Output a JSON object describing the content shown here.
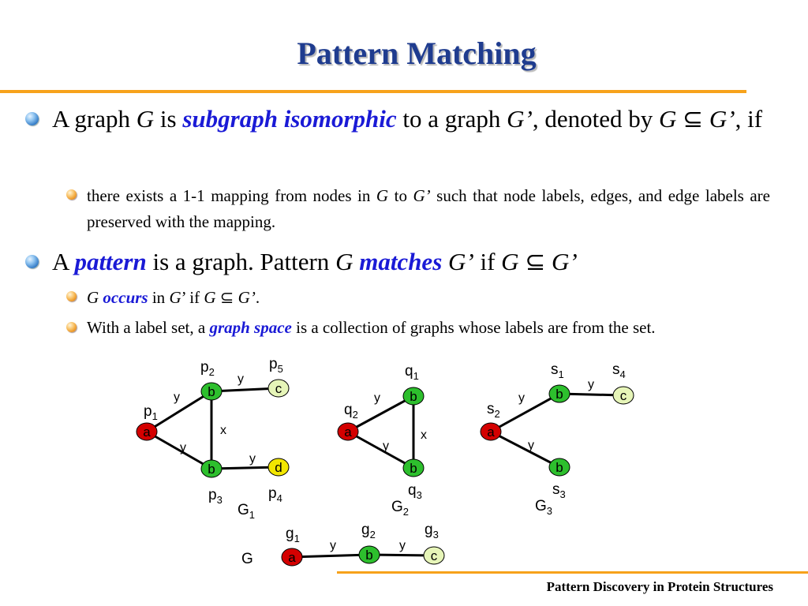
{
  "title": "Pattern Matching",
  "footer": "Pattern Discovery in Protein Structures",
  "bullet1": {
    "t1": "A graph ",
    "g1": "G",
    "t2": " is ",
    "term": "subgraph isomorphic",
    "t3": " to a graph ",
    "g2": "G’",
    "t4": ", denoted by ",
    "g3": "G",
    "op": " ⊆ ",
    "g4": "G’",
    "t5": ", if"
  },
  "bullet1a": {
    "t1": "there exists a 1-1 mapping from nodes in ",
    "g1": "G",
    "t2": " to ",
    "g2": "G’",
    "t3": " such that node labels, edges, and edge labels are preserved with the mapping."
  },
  "bullet2": {
    "t1": "A ",
    "term1": "pattern",
    "t2": " is a graph. Pattern ",
    "g1": "G",
    "term2": "matches",
    "g2": "G’",
    "t3": " if ",
    "g3": "G",
    "op": " ⊆ ",
    "g4": "G’"
  },
  "bullet2a": {
    "g1": "G",
    "term": "occurs",
    "t1": " in ",
    "g2": "G",
    "t2": "’ if ",
    "g3": "G",
    "op": " ⊆ ",
    "g4": "G’",
    "t3": "."
  },
  "bullet2b": {
    "t1": "With a label set, a ",
    "term": "graph space",
    "t2": " is a collection of graphs whose labels are from the set."
  },
  "colors": {
    "red": "#d40000",
    "green": "#2dbf2d",
    "light_green": "#e6f5b8",
    "yellow": "#f2e600",
    "title_blue": "#1f3c8f",
    "term_blue": "#1a1ad6",
    "rule_orange": "#f7a21b"
  },
  "graphs": {
    "G1": {
      "name": "G",
      "sub": "1",
      "nodes": {
        "p1": "a",
        "p2": "b",
        "p3": "b",
        "p4": "d",
        "p5": "c"
      },
      "ids": {
        "p1": "p",
        "p1s": "1",
        "p2": "p",
        "p2s": "2",
        "p3": "p",
        "p3s": "3",
        "p4": "p",
        "p4s": "4",
        "p5": "p",
        "p5s": "5"
      },
      "edges": {
        "p1p2": "y",
        "p1p3": "y",
        "p2p3": "x",
        "p2p5": "y",
        "p3p4": "y"
      }
    },
    "G2": {
      "name": "G",
      "sub": "2",
      "nodes": {
        "q1": "b",
        "q2": "a",
        "q3": "b"
      },
      "ids": {
        "q1": "q",
        "q1s": "1",
        "q2": "q",
        "q2s": "2",
        "q3": "q",
        "q3s": "3"
      },
      "edges": {
        "q2q1": "y",
        "q2q3": "y",
        "q1q3": "x"
      }
    },
    "G3": {
      "name": "G",
      "sub": "3",
      "nodes": {
        "s1": "b",
        "s2": "a",
        "s3": "b",
        "s4": "c"
      },
      "ids": {
        "s1": "s",
        "s1s": "1",
        "s2": "s",
        "s2s": "2",
        "s3": "s",
        "s3s": "3",
        "s4": "s",
        "s4s": "4"
      },
      "edges": {
        "s2s1": "y",
        "s2s3": "y",
        "s1s4": "y"
      }
    },
    "G": {
      "name": "G",
      "nodes": {
        "g1": "a",
        "g2": "b",
        "g3": "c"
      },
      "ids": {
        "g1": "g",
        "g1s": "1",
        "g2": "g",
        "g2s": "2",
        "g3": "g",
        "g3s": "3"
      },
      "edges": {
        "g1g2": "y",
        "g2g3": "y"
      }
    }
  }
}
